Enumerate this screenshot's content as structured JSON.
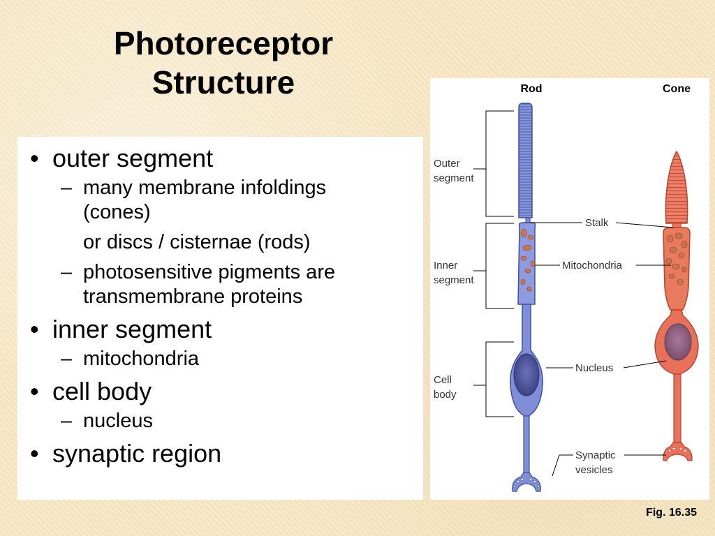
{
  "slide": {
    "title_lines": [
      "Photoreceptor",
      "Structure"
    ],
    "bullets": [
      {
        "text": "outer segment",
        "sub": [
          {
            "lines": [
              "many membrane infoldings",
              "(cones)"
            ]
          },
          {
            "lines": [
              "or discs / cisternae (rods)"
            ],
            "continuation": true
          },
          {
            "lines": [
              "photosensitive pigments are",
              "transmembrane proteins"
            ]
          }
        ]
      },
      {
        "text": "inner segment",
        "sub": [
          {
            "lines": [
              "mitochondria"
            ]
          }
        ]
      },
      {
        "text": "cell body",
        "sub": [
          {
            "lines": [
              "nucleus"
            ]
          }
        ]
      },
      {
        "text": "synaptic region",
        "sub": []
      }
    ],
    "figure_caption": "Fig. 16.35"
  },
  "figure": {
    "cell_labels": {
      "rod": "Rod",
      "cone": "Cone"
    },
    "region_labels": {
      "outer": [
        "Outer",
        "segment"
      ],
      "inner": [
        "Inner",
        "segment"
      ],
      "body": [
        "Cell",
        "body"
      ]
    },
    "part_labels": {
      "stalk": "Stalk",
      "mitochondria": "Mitochondria",
      "nucleus": "Nucleus",
      "synaptic": [
        "Synaptic",
        "vesicles"
      ]
    },
    "colors": {
      "rod_fill": "#7f8ed6",
      "rod_stroke": "#3f4fa3",
      "cone_fill": "#e8715a",
      "cone_stroke": "#b8432f",
      "mito_fill": "#c8744e",
      "nucleus_fill": "#4d5596"
    }
  }
}
